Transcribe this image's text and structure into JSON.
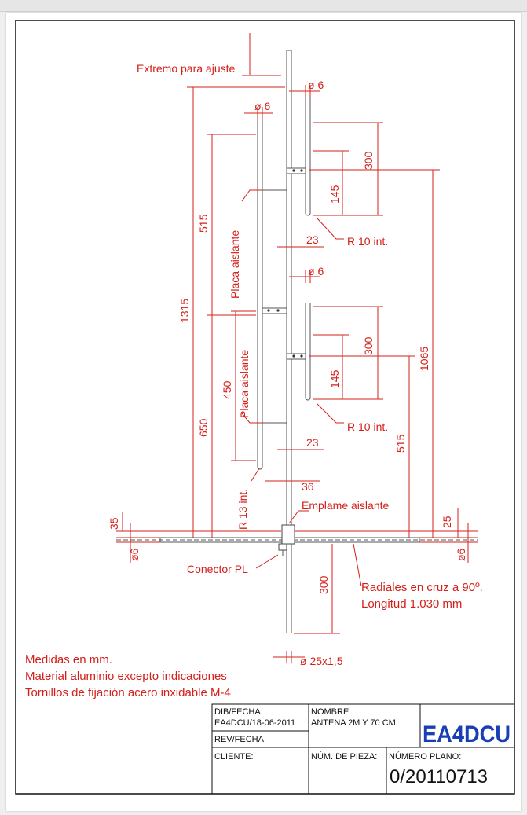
{
  "labels": {
    "extremo": "Extremo para ajuste",
    "placa1": "Placa aislante",
    "placa2": "Placa aislante",
    "r10a": "R 10 int.",
    "r10b": "R 10 int.",
    "r13": "R 13 int.",
    "emplame": "Emplame aislante",
    "conector": "Conector PL",
    "radiales1": "Radiales en cruz a 90º.",
    "radiales2": "Longitud 1.030 mm",
    "tube": "ø 25x1,5"
  },
  "dimensions": {
    "d6a": "ø 6",
    "d6b": "ø 6",
    "d6c": "ø 6",
    "v300a": "300",
    "v145a": "145",
    "h23a": "23",
    "v515a": "515",
    "v1315": "1315",
    "v300b": "300",
    "v145b": "145",
    "h23b": "23",
    "v450": "450",
    "v650": "650",
    "v1065": "1065",
    "v515b": "515",
    "h36": "36",
    "v35": "35",
    "v25": "25",
    "d6left": "ø6",
    "d6right": "ø6",
    "v300c": "300"
  },
  "notes": [
    "Medidas en mm.",
    "Material aluminio excepto indicaciones",
    "Tornillos de fijación acero inxidable M-4"
  ],
  "title_block": {
    "dib_label": "DIB/FECHA:",
    "dib_value": "EA4DCU/18-06-2011",
    "rev_label": "REV/FECHA:",
    "cliente_label": "CLIENTE:",
    "nombre_label": "NOMBRE:",
    "nombre_value": "ANTENA 2M Y 70 CM",
    "pieza_label": "NÚM. DE PIEZA:",
    "logo": "EA4DCU",
    "plano_label": "NÚMERO PLANO:",
    "plano_value": "0/20110713"
  },
  "colors": {
    "dimension": "#d4201a",
    "part": "#555555",
    "logo": "#1a3fb5"
  }
}
